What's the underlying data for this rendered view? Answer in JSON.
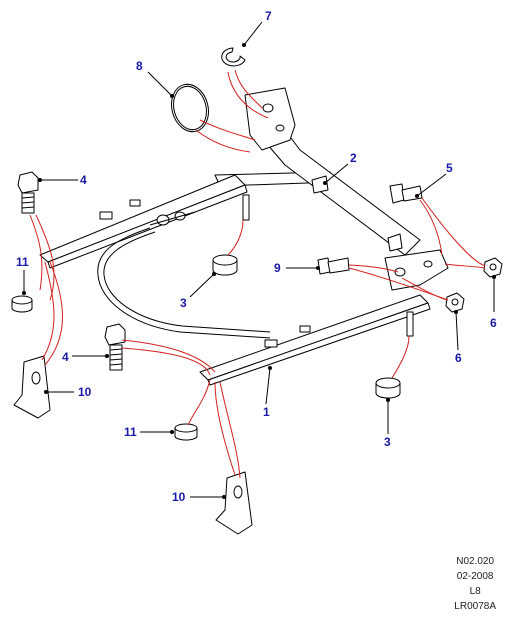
{
  "callouts": {
    "c1": "1",
    "c2": "2",
    "c3a": "3",
    "c3b": "3",
    "c4a": "4",
    "c4b": "4",
    "c5": "5",
    "c6a": "6",
    "c6b": "6",
    "c7": "7",
    "c8": "8",
    "c9": "9",
    "c10a": "10",
    "c10b": "10",
    "c11a": "11",
    "c11b": "11"
  },
  "footer": {
    "code": "N02.020",
    "date": "02-2008",
    "level": "L8",
    "ref": "LR0078A"
  },
  "colors": {
    "callout": "#1a1aa8",
    "leader_lines": "#d41f1f",
    "outline": "#000000"
  }
}
